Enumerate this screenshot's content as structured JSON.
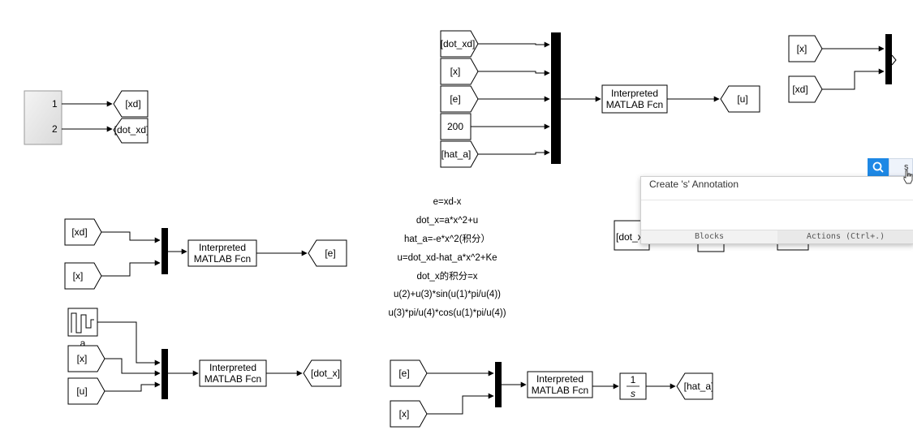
{
  "blocks": {
    "signal_builder": {
      "ports": [
        "1",
        "2"
      ]
    },
    "gotos": {
      "xd": "[xd]",
      "dot_xd": "[dot_xd]",
      "u": "[u]",
      "e": "[e]",
      "dot_x": "[dot_x]",
      "hat_a": "[hat_a]"
    },
    "froms": {
      "top_dot_xd": "[dot_xd]",
      "top_x": "[x]",
      "top_e": "[e]",
      "top_hat_a": "[hat_a]",
      "tr_x": "[x]",
      "tr_xd": "[xd]",
      "ml_xd": "[xd]",
      "ml_x": "[x]",
      "bl_x": "[x]",
      "bl_u": "[u]",
      "bc_e": "[e]",
      "bc_x": "[x]",
      "partial_dot_x": "[dot_x"
    },
    "constant_value": "200",
    "step_label": "a",
    "fcn_line1": "Interpreted",
    "fcn_line2": "MATLAB Fcn",
    "integrator_num": "1",
    "integrator_den": "s"
  },
  "annotations": [
    "e=xd-x",
    "dot_x=a*x^2+u",
    "hat_a=-e*x^2(积分）",
    "u=dot_xd-hat_a*x^2+Ke",
    "dot_x的积分=x",
    "u(2)+u(3)*sin(u(1)*pi/u(4))",
    "u(3)*pi/u(4)*cos(u(1)*pi/u(4))"
  ],
  "popup": {
    "title": "Create 's' Annotation",
    "search_text": "s",
    "tab_blocks": "Blocks",
    "tab_actions": "Actions (Ctrl+.)"
  },
  "colors": {
    "search_button": "#1e88e5",
    "line": "#000000"
  }
}
